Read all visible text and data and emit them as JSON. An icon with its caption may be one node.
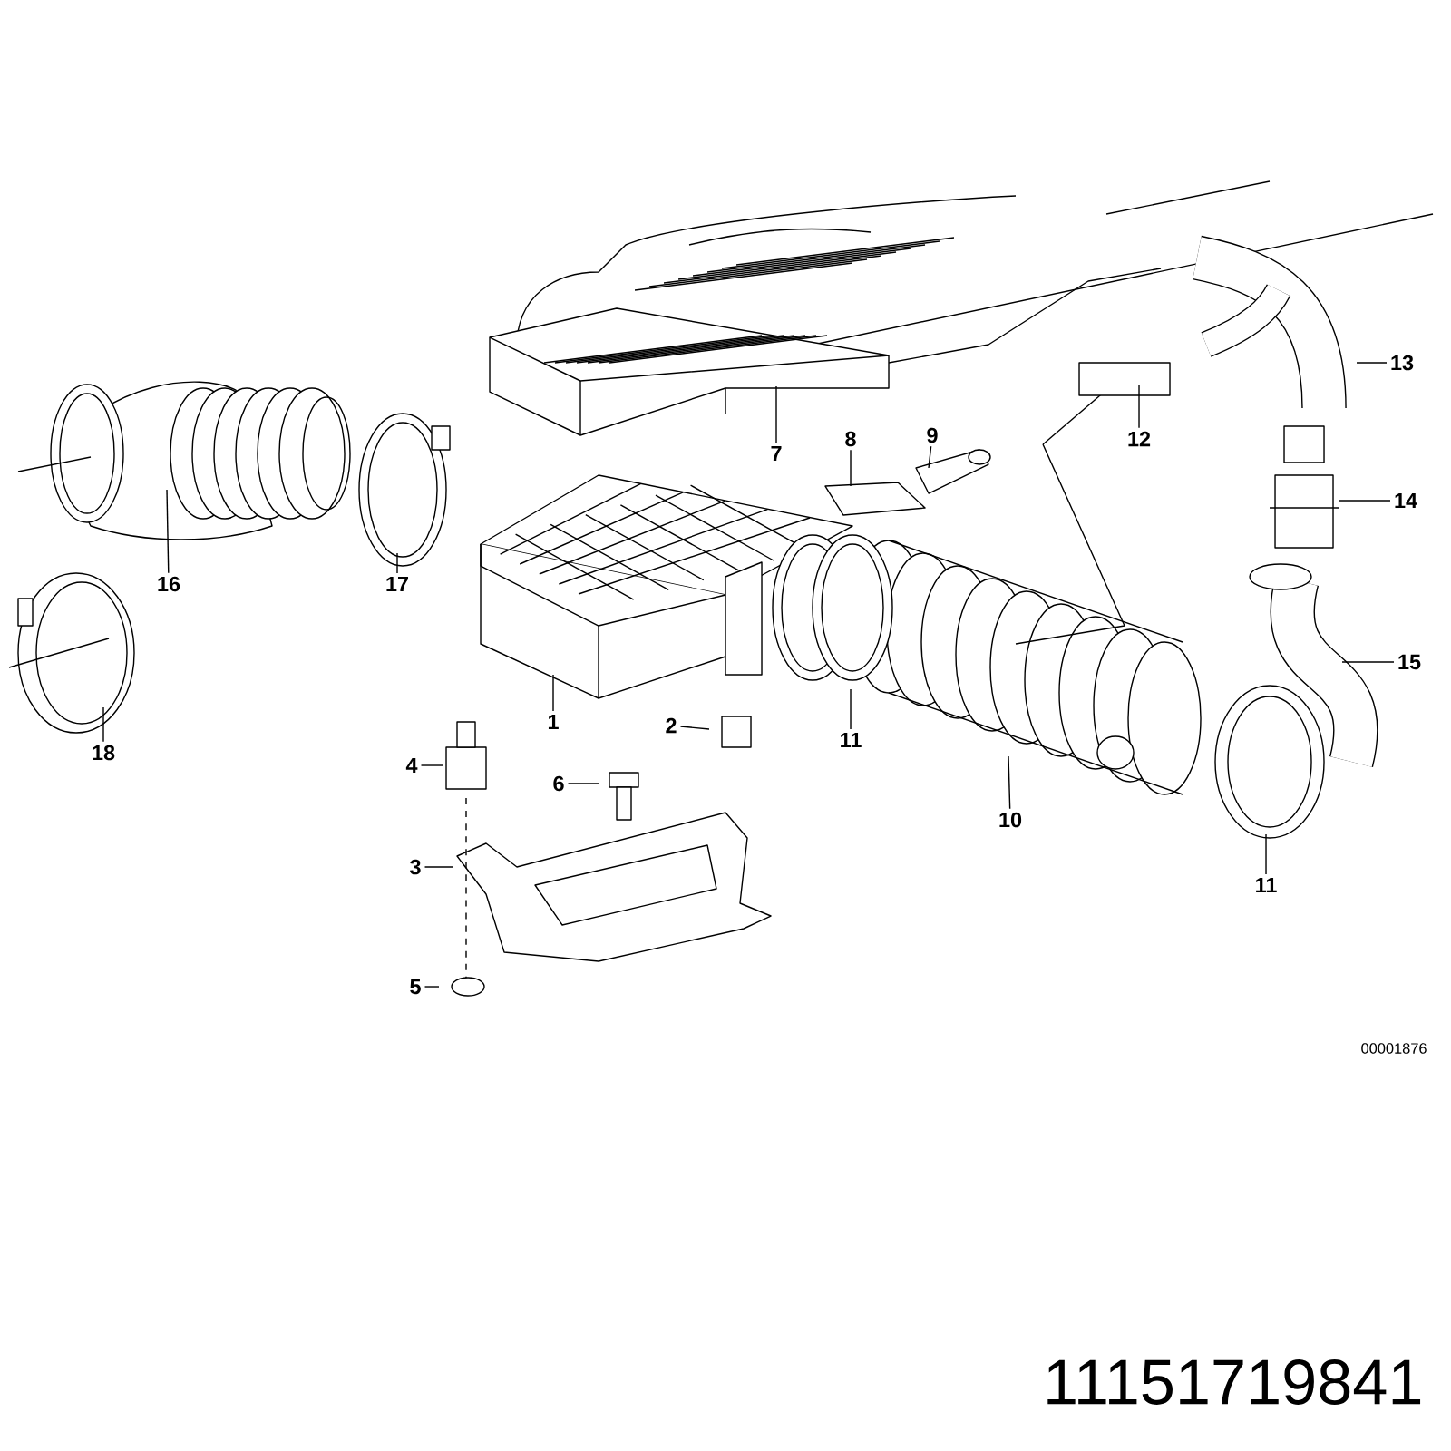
{
  "diagram": {
    "nodes": [
      {
        "text": [
          "1"
        ]
      },
      {
        "text": [
          "2"
        ]
      },
      {
        "text": [
          "3"
        ]
      },
      {
        "text": [
          "4"
        ]
      },
      {
        "text": [
          "5"
        ]
      },
      {
        "text": [
          "6"
        ]
      },
      {
        "text": [
          "7"
        ]
      },
      {
        "text": [
          "8"
        ]
      },
      {
        "text": [
          "9"
        ]
      },
      {
        "text": [
          "10"
        ]
      },
      {
        "text": [
          "11"
        ]
      },
      {
        "text": [
          "11"
        ]
      },
      {
        "text": [
          "12"
        ]
      },
      {
        "text": [
          "13"
        ]
      },
      {
        "text": [
          "14"
        ]
      },
      {
        "text": [
          "15"
        ]
      },
      {
        "text": [
          "16"
        ]
      },
      {
        "text": [
          "17"
        ]
      },
      {
        "text": [
          "18"
        ]
      }
    ],
    "edges": [
      {
        "from": 0,
        "to": null,
        "arrow": "none"
      },
      {
        "from": 1,
        "to": null,
        "arrow": "none"
      },
      {
        "from": 2,
        "to": null,
        "arrow": "none"
      },
      {
        "from": 3,
        "to": null,
        "arrow": "none"
      },
      {
        "from": 4,
        "to": null,
        "arrow": "none"
      },
      {
        "from": 5,
        "to": null,
        "arrow": "none"
      },
      {
        "from": 6,
        "to": null,
        "arrow": "none"
      },
      {
        "from": 7,
        "to": null,
        "arrow": "none"
      },
      {
        "from": 8,
        "to": null,
        "arrow": "none"
      },
      {
        "from": 9,
        "to": null,
        "arrow": "none"
      },
      {
        "from": 10,
        "to": null,
        "arrow": "none"
      },
      {
        "from": 11,
        "to": null,
        "arrow": "none"
      },
      {
        "from": 12,
        "to": null,
        "arrow": "none"
      },
      {
        "from": 13,
        "to": null,
        "arrow": "none"
      },
      {
        "from": 14,
        "to": null,
        "arrow": "none"
      },
      {
        "from": 15,
        "to": null,
        "arrow": "none"
      },
      {
        "from": 16,
        "to": null,
        "arrow": "none"
      },
      {
        "from": 17,
        "to": null,
        "arrow": "none"
      },
      {
        "from": 18,
        "to": null,
        "arrow": "none"
      }
    ],
    "labels": [
      "00001876",
      "11151719841"
    ]
  }
}
